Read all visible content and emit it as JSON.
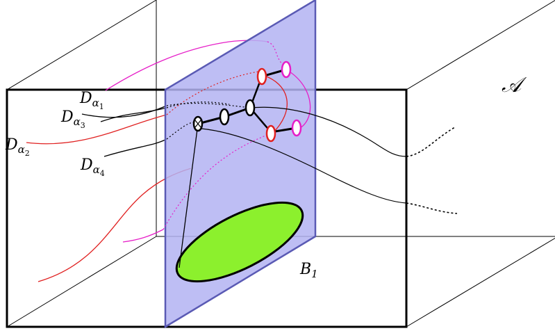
{
  "labels": {
    "region": "𝒜",
    "disk": {
      "base": "B",
      "sub": "1"
    },
    "d1": {
      "base": "D",
      "sub": "α",
      "subsub": "1"
    },
    "d2": {
      "base": "D",
      "sub": "α",
      "subsub": "2"
    },
    "d3": {
      "base": "D",
      "sub": "α",
      "subsub": "3"
    },
    "d4": {
      "base": "D",
      "sub": "α",
      "subsub": "4"
    }
  },
  "colors": {
    "plane_fill": "#b3b3f2",
    "plane_stroke": "#5a5ab4",
    "disk_fill": "#8cf02d",
    "magenta": "#e61ec8",
    "red": "#e02020",
    "black": "#000000"
  }
}
